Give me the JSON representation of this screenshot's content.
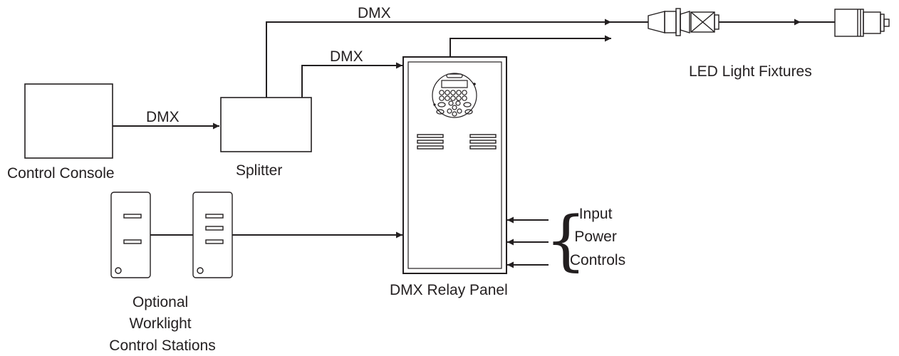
{
  "diagram": {
    "nodes": {
      "console": {
        "label": "Control Console"
      },
      "splitter": {
        "label": "Splitter"
      },
      "relay_panel": {
        "label": "DMX Relay Panel"
      },
      "fixtures": {
        "label": "LED Light Fixtures"
      },
      "worklight": {
        "label_lines": [
          "Optional",
          "Worklight",
          "Control Stations"
        ]
      },
      "power": {
        "label_lines": [
          "Input",
          "Power",
          "Controls"
        ]
      }
    },
    "edges": {
      "console_to_splitter": {
        "label": "DMX"
      },
      "splitter_to_fixtures": {
        "label": "DMX"
      },
      "splitter_to_panel": {
        "label": "DMX"
      }
    }
  },
  "colors": {
    "stroke": "#231f20",
    "background": "#ffffff"
  }
}
